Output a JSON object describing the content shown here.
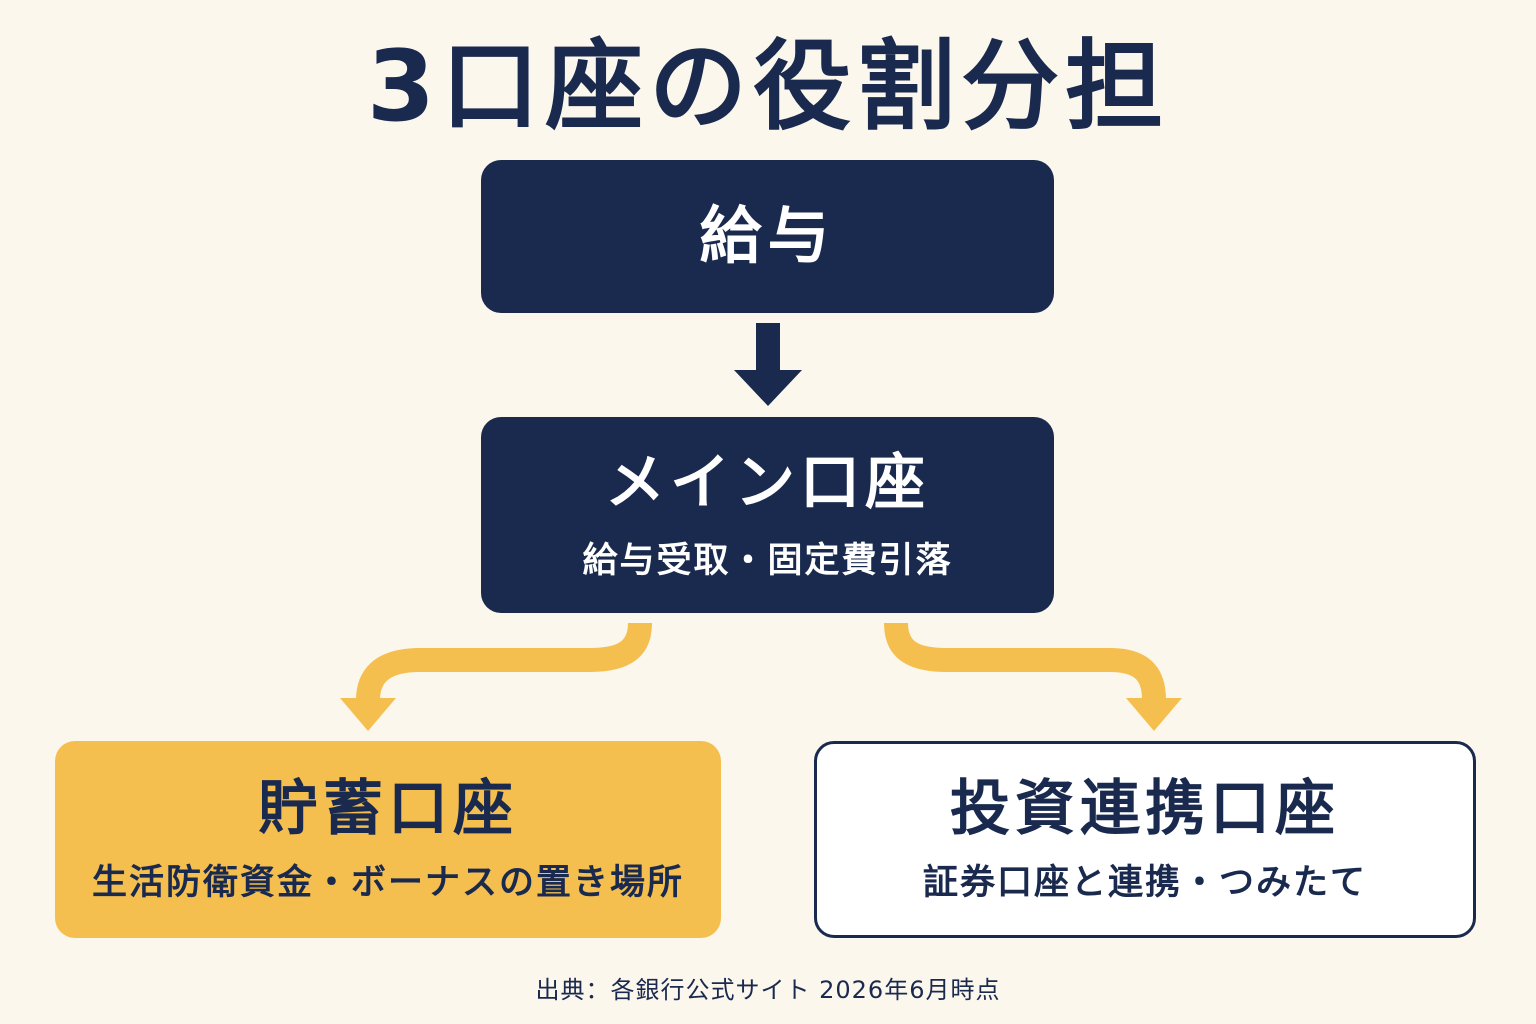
{
  "title": "3口座の役割分担",
  "salary": {
    "label": "給与"
  },
  "main_account": {
    "label": "メイン口座",
    "description": "給与受取・固定費引落"
  },
  "savings_account": {
    "label": "貯蓄口座",
    "description": "生活防衛資金・ボーナスの置き場所"
  },
  "investment_account": {
    "label": "投資連携口座",
    "description": "証券口座と連携・つみたて"
  },
  "footer": {
    "source": "出典：各銀行公式サイト  2026年6月時点"
  },
  "colors": {
    "navy": "#192a4e",
    "yellow": "#f5bf4f",
    "background": "#fcf7ec",
    "white": "#ffffff"
  },
  "icons": {
    "down_arrow": "down-arrow-icon",
    "branch_left": "curved-arrow-left-icon",
    "branch_right": "curved-arrow-right-icon"
  }
}
